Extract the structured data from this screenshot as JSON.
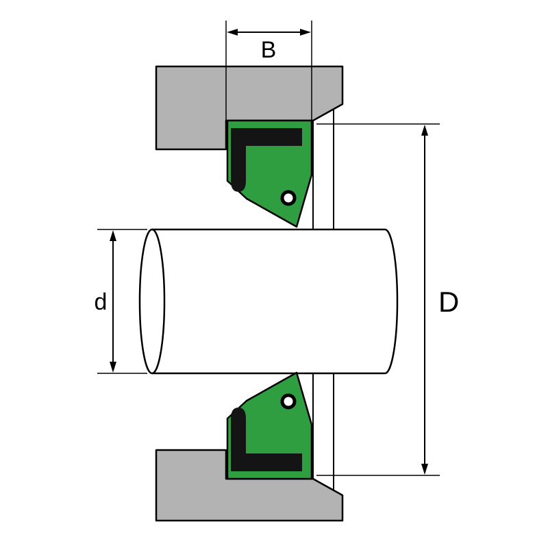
{
  "diagram": {
    "labels": {
      "seal_width": "B",
      "shaft_diameter": "d",
      "housing_bore_diameter": "D"
    },
    "colors": {
      "housing": "#b3b3b3",
      "seal_body": "#2f9e41",
      "seal_rubber": "#141414",
      "outline": "#000000",
      "background": "#ffffff"
    }
  }
}
